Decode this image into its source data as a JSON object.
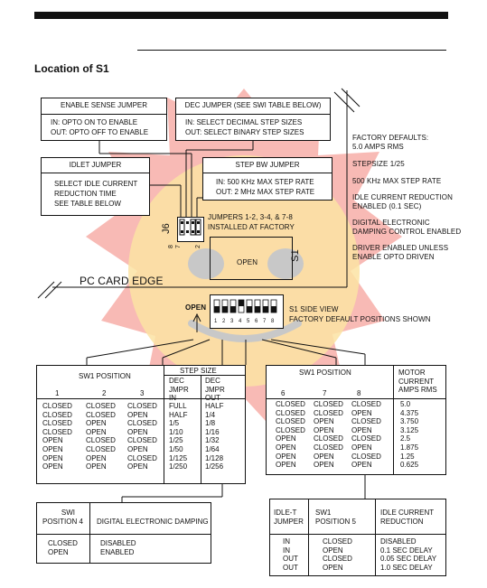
{
  "section_title": "Location of S1",
  "boxes": {
    "enable_sense": {
      "title": "ENABLE SENSE JUMPER",
      "lines": [
        "IN:  OPTO ON TO ENABLE",
        "OUT:  OPTO OFF TO ENABLE"
      ]
    },
    "dec_jumper": {
      "title": "DEC JUMPER (SEE SWI TABLE BELOW)",
      "lines": [
        "IN:  SELECT DECIMAL STEP SIZES",
        "OUT:  SELECT BINARY STEP SIZES"
      ]
    },
    "idlet": {
      "title": "IDLET JUMPER",
      "lines": [
        "SELECT IDLE CURRENT",
        "REDUCTION TIME",
        "SEE TABLE BELOW"
      ]
    },
    "step_bw": {
      "title": "STEP BW JUMPER",
      "lines": [
        "IN:  500 KHz MAX STEP RATE",
        "OUT:  2 MHz MAX STEP RATE"
      ]
    }
  },
  "board": {
    "j6_label": "J6",
    "pin_8": "8",
    "pin_7": "7",
    "pin_2": "2",
    "jumpers_note": [
      "JUMPERS 1-2, 3-4, & 7-8",
      "INSTALLED AT FACTORY"
    ],
    "switch_open": "OPEN",
    "s1_label": "S1",
    "pc_card_edge": "PC CARD EDGE",
    "side_open": "OPEN",
    "side_numbers": [
      "1",
      "2",
      "3",
      "4",
      "5",
      "6",
      "7",
      "8"
    ],
    "side_view": [
      "S1 SIDE VIEW",
      "FACTORY DEFAULT POSITIONS SHOWN"
    ]
  },
  "factory_defaults": [
    [
      "FACTORY DEFAULTS:",
      "5.0 AMPS RMS"
    ],
    [
      "STEPSIZE 1/25"
    ],
    [
      "500 KHz MAX STEP RATE"
    ],
    [
      "IDLE CURRENT REDUCTION",
      "ENABLED (0.1 SEC)"
    ],
    [
      "DIGITAL ELECTRONIC",
      "DAMPING CONTROL ENABLED"
    ],
    [
      "DRIVER ENABLED UNLESS",
      "ENABLE OPTO DRIVEN"
    ]
  ],
  "step_table": {
    "position_header": "SW1 POSITION",
    "step_header": "STEP SIZE",
    "col_headers": [
      "1",
      "2",
      "3"
    ],
    "dec_in": [
      "DEC",
      "JMPR",
      "IN"
    ],
    "dec_out": [
      "DEC",
      "JMPR",
      "OUT"
    ],
    "c1": [
      "CLOSED",
      "CLOSED",
      "CLOSED",
      "CLOSED",
      "OPEN",
      "OPEN",
      "OPEN",
      "OPEN"
    ],
    "c2": [
      "CLOSED",
      "CLOSED",
      "OPEN",
      "OPEN",
      "CLOSED",
      "CLOSED",
      "OPEN",
      "OPEN"
    ],
    "c3": [
      "CLOSED",
      "OPEN",
      "CLOSED",
      "OPEN",
      "CLOSED",
      "OPEN",
      "CLOSED",
      "OPEN"
    ],
    "c4": [
      "FULL",
      "HALF",
      "1/5",
      "1/10",
      "1/25",
      "1/50",
      "1/125",
      "1/250"
    ],
    "c5": [
      "HALF",
      "1/4",
      "1/8",
      "1/16",
      "1/32",
      "1/64",
      "1/128",
      "1/256"
    ]
  },
  "motor_table": {
    "position_header": "SW1 POSITION",
    "current_header": [
      "MOTOR",
      "CURRENT",
      "AMPS RMS"
    ],
    "col_headers": [
      "6",
      "7",
      "8"
    ],
    "c6": [
      "CLOSED",
      "CLOSED",
      "CLOSED",
      "CLOSED",
      "OPEN",
      "OPEN",
      "OPEN",
      "OPEN"
    ],
    "c7": [
      "CLOSED",
      "CLOSED",
      "OPEN",
      "OPEN",
      "CLOSED",
      "CLOSED",
      "OPEN",
      "OPEN"
    ],
    "c8": [
      "CLOSED",
      "OPEN",
      "CLOSED",
      "OPEN",
      "CLOSED",
      "OPEN",
      "CLOSED",
      "OPEN"
    ],
    "amps": [
      "5.0",
      "4.375",
      "3.750",
      "3.125",
      "2.5",
      "1.875",
      "1.25",
      "0.625"
    ]
  },
  "damping_table": {
    "h1": [
      "SWI",
      "POSITION 4"
    ],
    "h2": "DIGITAL ELECTRONIC DAMPING",
    "c1": [
      "CLOSED",
      "OPEN"
    ],
    "c2": [
      "DISABLED",
      "ENABLED"
    ]
  },
  "idle_table": {
    "h1": [
      "IDLE-T",
      "JUMPER"
    ],
    "h2": [
      "SW1",
      "POSITION 5"
    ],
    "h3": [
      "IDLE CURRENT",
      "REDUCTION"
    ],
    "c1": [
      "IN",
      "IN",
      "OUT",
      "OUT"
    ],
    "c2": [
      "CLOSED",
      "OPEN",
      "CLOSED",
      "OPEN"
    ],
    "c3": [
      "DISABLED",
      "0.1 SEC DELAY",
      "0.05 SEC DELAY",
      "1.0 SEC DELAY"
    ]
  }
}
